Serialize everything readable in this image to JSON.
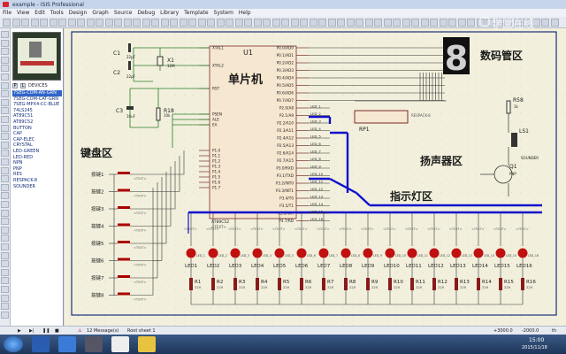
{
  "window": {
    "title": "example - ISIS Professional"
  },
  "menu": [
    "File",
    "View",
    "Edit",
    "Tools",
    "Design",
    "Graph",
    "Source",
    "Debug",
    "Library",
    "Template",
    "System",
    "Help"
  ],
  "sidebar": {
    "tab_p": "P",
    "tab_l": "L",
    "devices_label": "DEVICES",
    "devices": [
      "7SEG-COM-AN-GRN",
      "7SEG-COM-CAT-GRN",
      "7SEG-MPX4-CC-BLUE",
      "74LS245",
      "AT89C51",
      "AT89C52",
      "BUTTON",
      "CAP",
      "CAP-ELEC",
      "CRYSTAL",
      "LED-GREEN",
      "LED-RED",
      "NPN",
      "PNP",
      "RES",
      "RESPACK-8",
      "SOUNDER"
    ],
    "selected_index": 0
  },
  "watermark": "学堂在线",
  "schematic": {
    "regions": {
      "mcu": "单片机",
      "seg": "数码管区",
      "keyboard": "键盘区",
      "speaker": "扬声器区",
      "led": "指示灯区"
    },
    "mcu_ref": "U1",
    "mcu_part": "AT89C52",
    "mcu_text": "<TEXT>",
    "mcu_pins_left": [
      "XTAL1",
      "XTAL2",
      "RST",
      "PSEN",
      "ALE",
      "EA",
      "P1.0",
      "P1.1",
      "P1.2",
      "P1.3",
      "P1.4",
      "P1.5",
      "P1.6",
      "P1.7"
    ],
    "mcu_pins_right": [
      "P0.0/AD0",
      "P0.1/AD1",
      "P0.2/AD2",
      "P0.3/AD3",
      "P0.4/AD4",
      "P0.5/AD5",
      "P0.6/AD6",
      "P0.7/AD7",
      "P2.0/A8",
      "P2.1/A9",
      "P2.2/A10",
      "P2.3/A11",
      "P2.4/A12",
      "P2.5/A13",
      "P2.6/A14",
      "P2.7/A15",
      "P3.0/RXD",
      "P3.1/TXD",
      "P3.2/INT0",
      "P3.3/INT1",
      "P3.4/T0",
      "P3.5/T1",
      "P3.6/WR",
      "P3.7/RD"
    ],
    "c1": {
      "ref": "C1",
      "val": "22pF"
    },
    "c2": {
      "ref": "C2",
      "val": "22pF"
    },
    "c3": {
      "ref": "C3",
      "val": "10uF"
    },
    "x1": {
      "ref": "X1",
      "val": "12M"
    },
    "r18": {
      "ref": "R18",
      "val": "10k"
    },
    "rp1": {
      "ref": "RP1",
      "val": "RESPACK-8"
    },
    "r58": {
      "ref": "R58",
      "val": "1k"
    },
    "ls1": {
      "ref": "LS1",
      "val": "SOUNDER"
    },
    "q1": {
      "ref": "Q1",
      "val": "PNP"
    },
    "seg_digit": "8",
    "keys": [
      "按键1",
      "按键2",
      "按键3",
      "按键4",
      "按键5",
      "按键6",
      "按键7",
      "按键8"
    ],
    "leds": [
      "LED1",
      "LED2",
      "LED3",
      "LED4",
      "LED5",
      "LED6",
      "LED7",
      "LED8",
      "LED9",
      "LED10",
      "LED11",
      "LED12",
      "LED13",
      "LED14",
      "LED15",
      "LED16"
    ],
    "resistors": [
      "R1",
      "R2",
      "R3",
      "R4",
      "R5",
      "R6",
      "R7",
      "R8",
      "R9",
      "R10",
      "R11",
      "R12",
      "R13",
      "R14",
      "R15",
      "R16"
    ],
    "res_val": "220",
    "led_nets": [
      "LED_1",
      "LED_2",
      "LED_3",
      "LED_4",
      "LED_5",
      "LED_6",
      "LED_7",
      "LED_8",
      "LED_9",
      "LED_10",
      "LED_11",
      "LED_12",
      "LED_13",
      "LED_14",
      "LED_15",
      "LED_16"
    ],
    "net_label_text": "<TEXT>"
  },
  "status": {
    "messages": "12 Message(s)",
    "sheet": "Root sheet 1",
    "x": "+3000.0",
    "y": "-2000.0",
    "units": "th"
  },
  "taskbar": {
    "time": "15:00",
    "date": "2015/11/18"
  },
  "colors": {
    "wire": "#2a7a2a",
    "bus": "#1010cc",
    "chip": "#f6e7d0",
    "led": "#c01010",
    "region_text": "#1a1a1a"
  }
}
